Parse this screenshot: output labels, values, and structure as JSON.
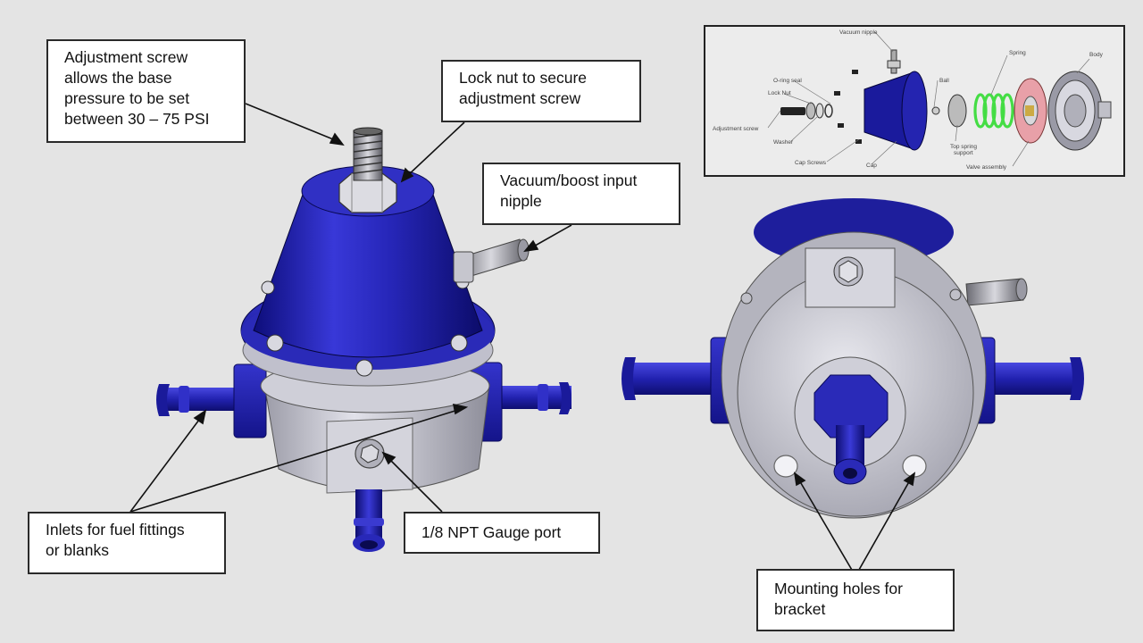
{
  "callouts": {
    "adjustment_screw": "Adjustment screw\nallows the base\npressure to be set\nbetween 30 – 75 PSI",
    "lock_nut": "Lock nut to secure\nadjustment screw",
    "vacuum_nipple": "Vacuum/boost input\nnipple",
    "fuel_inlets": "Inlets for fuel fittings\nor blanks",
    "gauge_port": "1/8 NPT Gauge port",
    "mounting_holes": "Mounting holes for\nbracket"
  },
  "exploded_view": {
    "vacuum_nipple": "Vacuum nipple",
    "spring": "Spring",
    "body": "Body",
    "o_ring_seal": "O-ring seal",
    "lock_nut": "Lock Nut",
    "ball": "Ball",
    "adjustment_screw": "Adjustment screw",
    "washer": "Washer",
    "cap_screws": "Cap Screws",
    "cap": "Cap",
    "top_spring_support_1": "Top spring",
    "top_spring_support_2": "support",
    "valve_assembly": "Valve assembly"
  },
  "colors": {
    "anodized_blue": "#2a2ab8",
    "body_grey": "#c8c8d0",
    "spring_green": "#4ee04e",
    "diaphragm_pink": "#e8a0a8"
  }
}
